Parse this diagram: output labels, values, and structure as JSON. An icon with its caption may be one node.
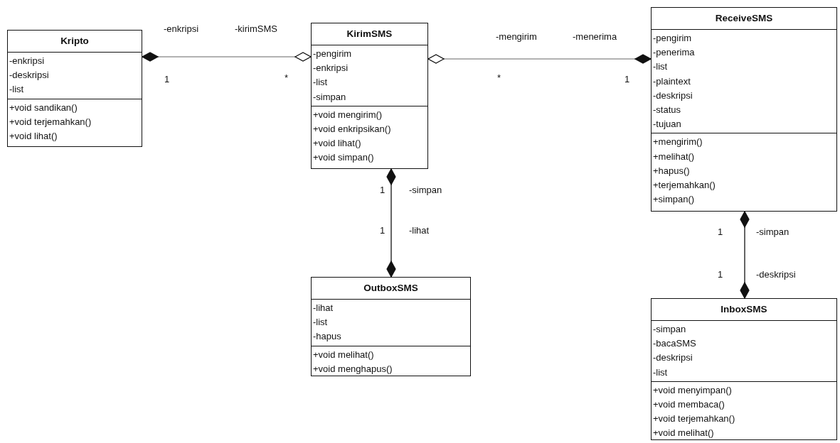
{
  "diagram": {
    "nodes": [
      {
        "text": [
          "Kripto"
        ]
      },
      {
        "text": [
          "-enkripsi",
          "-deskripsi",
          "-list"
        ],
        "in": 0
      },
      {
        "text": [
          "+void sandikan()",
          "+void terjemahkan()",
          "+void lihat()"
        ],
        "in": 0
      },
      {
        "text": [
          "KirimSMS"
        ]
      },
      {
        "text": [
          "-pengirim",
          "-enkripsi",
          "-list",
          "-simpan"
        ],
        "in": 3
      },
      {
        "text": [
          "+void mengirim()",
          "+void enkripsikan()",
          "+void lihat()",
          "+void simpan()"
        ],
        "in": 3
      },
      {
        "text": [
          "ReceiveSMS"
        ]
      },
      {
        "text": [
          "-pengirim",
          "-penerima",
          "-list",
          "-plaintext",
          "-deskripsi",
          "-status",
          "-tujuan"
        ],
        "in": 6
      },
      {
        "text": [
          "+mengirim()",
          "+melihat()",
          "+hapus()",
          "+terjemahkan()",
          "+simpan()"
        ],
        "in": 6
      },
      {
        "text": [
          "OutboxSMS"
        ]
      },
      {
        "text": [
          "-lihat",
          "-list",
          "-hapus"
        ],
        "in": 9
      },
      {
        "text": [
          "+void melihat()",
          "+void menghapus()"
        ],
        "in": 9
      },
      {
        "text": [
          "InboxSMS"
        ]
      },
      {
        "text": [
          "-simpan",
          "-bacaSMS",
          "-deskripsi",
          "-list"
        ],
        "in": 12
      },
      {
        "text": [
          "+void menyimpan()",
          "+void membaca()",
          "+void terjemahkan()",
          "+void melihat()"
        ],
        "in": 12
      }
    ],
    "edges": [
      {
        "from": 0,
        "to": 3,
        "arrow": "other",
        "color": "#999999"
      },
      {
        "from": 3,
        "to": 6,
        "arrow": "other",
        "color": "#999999"
      },
      {
        "from": 3,
        "to": 9,
        "arrow": "other",
        "color": "#111111"
      },
      {
        "from": 6,
        "to": 12,
        "arrow": "other",
        "color": "#111111"
      }
    ],
    "labels": [
      "-enkripsi",
      "-kirimSMS",
      "1",
      "*",
      "-mengirim",
      "-menerima",
      "*",
      "1",
      "1",
      "-simpan",
      "1",
      "-lihat",
      "1",
      "-simpan",
      "1",
      "-deskripsi"
    ]
  }
}
